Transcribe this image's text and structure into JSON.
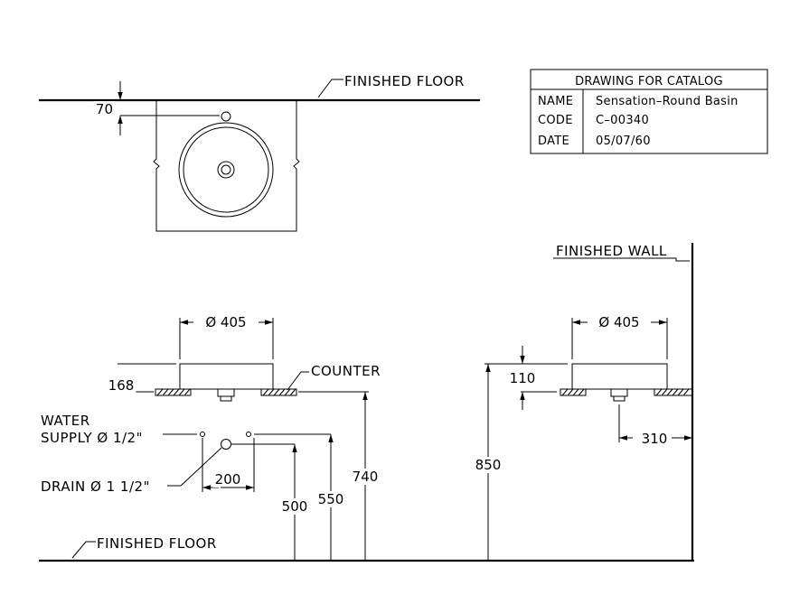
{
  "title_block": {
    "heading": "DRAWING FOR CATALOG",
    "rows": [
      {
        "key": "NAME",
        "value": "Sensation–Round Basin"
      },
      {
        "key": "CODE",
        "value": "C–00340"
      },
      {
        "key": "DATE",
        "value": "05/07/60"
      }
    ]
  },
  "plan_view": {
    "floor_label": "FINISHED FLOOR",
    "offset_dim": "70"
  },
  "front_view": {
    "diameter_dim": "Ø 405",
    "height_dim": "168",
    "counter_label": "COUNTER",
    "water_supply_label_1": "WATER",
    "water_supply_label_2": "SUPPLY Ø 1/2\"",
    "drain_label": "DRAIN Ø 1 1/2\"",
    "spacing_dim": "200",
    "drain_height_dim": "500",
    "supply_height_dim": "550",
    "counter_height_dim": "740",
    "floor_label": "FINISHED FLOOR"
  },
  "side_view": {
    "wall_label": "FINISHED WALL",
    "diameter_dim": "Ø 405",
    "height_dim": "110",
    "wall_offset_dim": "310",
    "rim_height_dim": "850"
  }
}
